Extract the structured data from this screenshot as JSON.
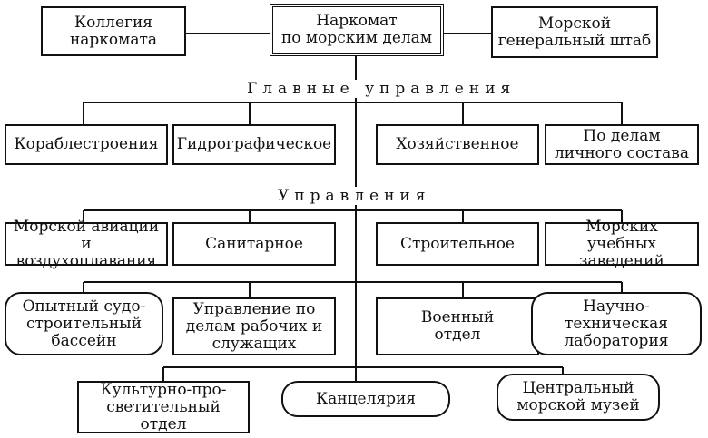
{
  "top": {
    "center": "Наркомат\nпо морским делам",
    "left": "Коллегия\nнаркомата",
    "right": "Морской\nгенеральный штаб"
  },
  "sections": {
    "main": "Главные управления",
    "secondary": "Управления"
  },
  "main_departments": [
    "Кораблестроения",
    "Гидрографическое",
    "Хозяйственное",
    "По делам\nличного состава"
  ],
  "departments": [
    "Морской авиации\nи воздухоплавания",
    "Санитарное",
    "Строительное",
    "Морских учебных\nзаведений"
  ],
  "units": [
    "Опытный судо-\nстроительный\nбассейн",
    "Управление по\nделам рабочих и\nслужащих",
    "Военный\nотдел",
    "Научно-\nтехническая\nлаборатория"
  ],
  "bottom_units": [
    "Культурно-про-\nсветительный отдел",
    "Канцелярия",
    "Центральный\nморской музей"
  ]
}
